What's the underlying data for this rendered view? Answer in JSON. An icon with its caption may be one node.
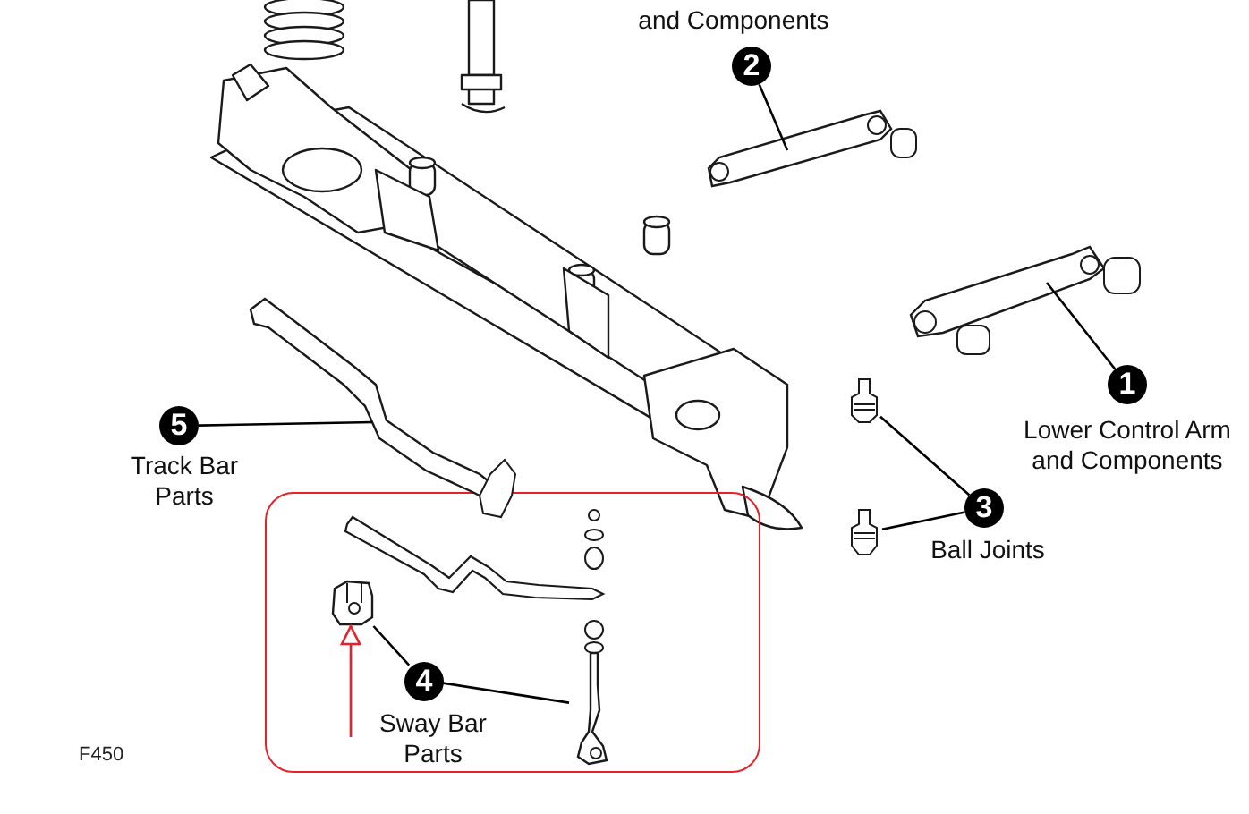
{
  "diagram": {
    "nodes": [
      {
        "text": [
          "2"
        ],
        "beside": [
          "and Components"
        ]
      },
      {
        "text": [],
        "shape": "picture"
      },
      {
        "text": [],
        "shape": "picture"
      },
      {
        "text": [
          "1"
        ],
        "beside": [
          "Lower Control Arm and Components"
        ]
      },
      {
        "text": [
          "5"
        ],
        "beside": [
          "Track Bar Parts"
        ]
      },
      {
        "text": [],
        "shape": "picture"
      },
      {
        "text": [],
        "shape": "picture"
      },
      {
        "text": [
          "3"
        ],
        "beside": [
          "Ball Joints"
        ]
      },
      {
        "text": [],
        "shape": "picture"
      },
      {
        "text": [],
        "shape": "box"
      },
      {
        "text": [],
        "shape": "picture",
        "in": 9
      },
      {
        "text": [
          "4"
        ],
        "beside": [
          "Sway Bar Parts"
        ],
        "in": 9
      },
      {
        "text": [],
        "shape": "picture",
        "in": 9
      }
    ],
    "edges": [
      {
        "from": 0,
        "to": 1,
        "arrow": "none"
      },
      {
        "from": 3,
        "to": 2,
        "arrow": "none"
      },
      {
        "from": 4,
        "to": 5,
        "arrow": "none"
      },
      {
        "from": 7,
        "to": 6,
        "arrow": "none"
      },
      {
        "from": 7,
        "to": 8,
        "arrow": "none"
      },
      {
        "from": 11,
        "to": 10,
        "arrow": "none"
      },
      {
        "from": 11,
        "to": 12,
        "arrow": "none"
      },
      {
        "from": null,
        "to": 10,
        "arrow": "to",
        "color": "#e8202a"
      }
    ],
    "labels": [
      "F450"
    ]
  }
}
